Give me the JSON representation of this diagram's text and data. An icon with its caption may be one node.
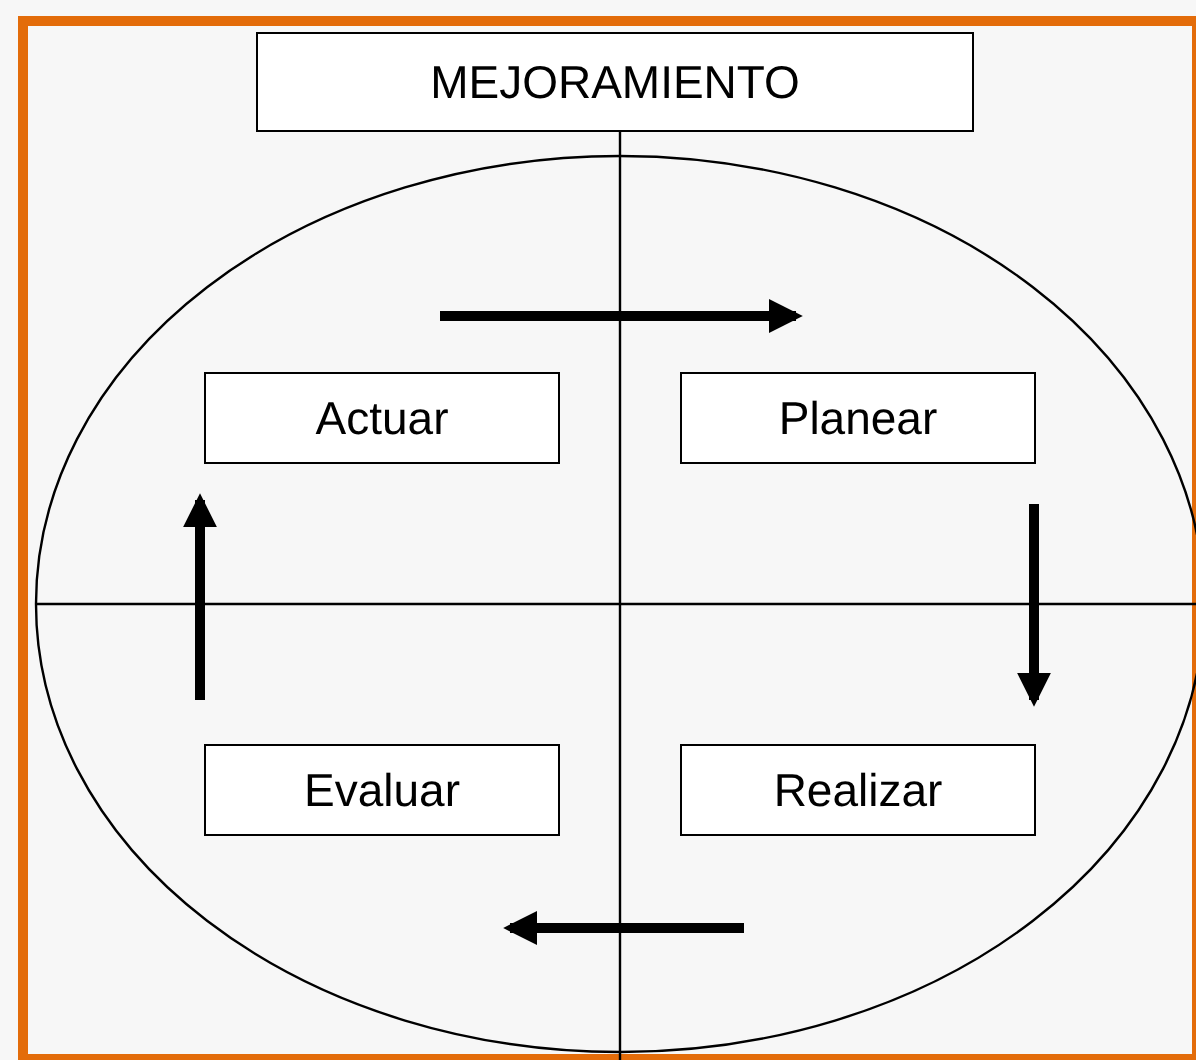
{
  "diagram": {
    "nodes": [
      {
        "text": [
          "MEJORAMIENTO"
        ]
      },
      {
        "text": [
          "Actuar"
        ]
      },
      {
        "text": [
          "Planear"
        ]
      },
      {
        "text": [
          "Evaluar"
        ]
      },
      {
        "text": [
          "Realizar"
        ]
      }
    ],
    "edges": [
      {
        "from": 1,
        "to": 2,
        "arrow": "to"
      },
      {
        "from": 2,
        "to": 4,
        "arrow": "to"
      },
      {
        "from": 4,
        "to": 3,
        "arrow": "to"
      },
      {
        "from": 3,
        "to": 1,
        "arrow": "to"
      }
    ]
  }
}
